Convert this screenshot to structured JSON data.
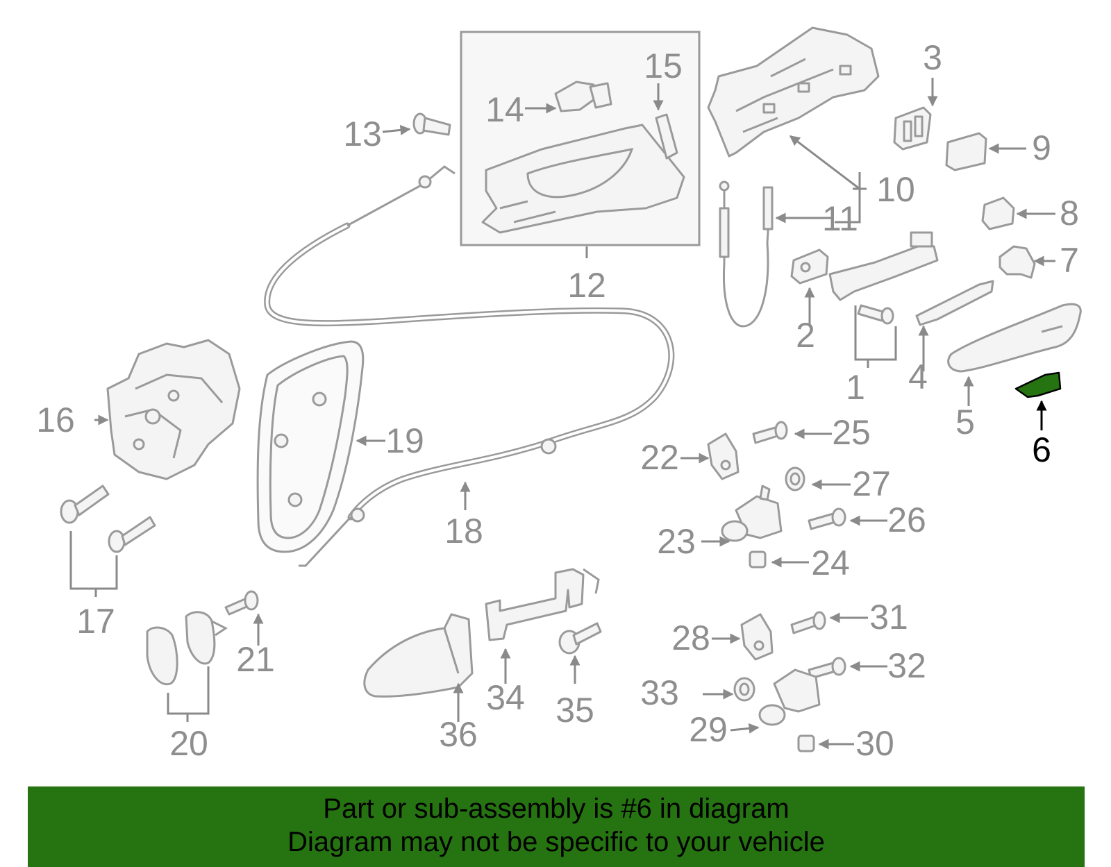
{
  "diagram": {
    "highlight_color": "#267312",
    "line_color": "#9a9a9a",
    "highlighted_part": "6",
    "callouts": [
      "1",
      "2",
      "3",
      "4",
      "5",
      "6",
      "7",
      "8",
      "9",
      "10",
      "11",
      "12",
      "13",
      "14",
      "15",
      "16",
      "17",
      "18",
      "19",
      "20",
      "21",
      "22",
      "23",
      "24",
      "25",
      "26",
      "27",
      "28",
      "29",
      "30",
      "31",
      "32",
      "33",
      "34",
      "35",
      "36"
    ]
  },
  "banner": {
    "line1": "Part or sub-assembly is #6 in diagram",
    "line2": "Diagram may not be specific to your vehicle"
  }
}
